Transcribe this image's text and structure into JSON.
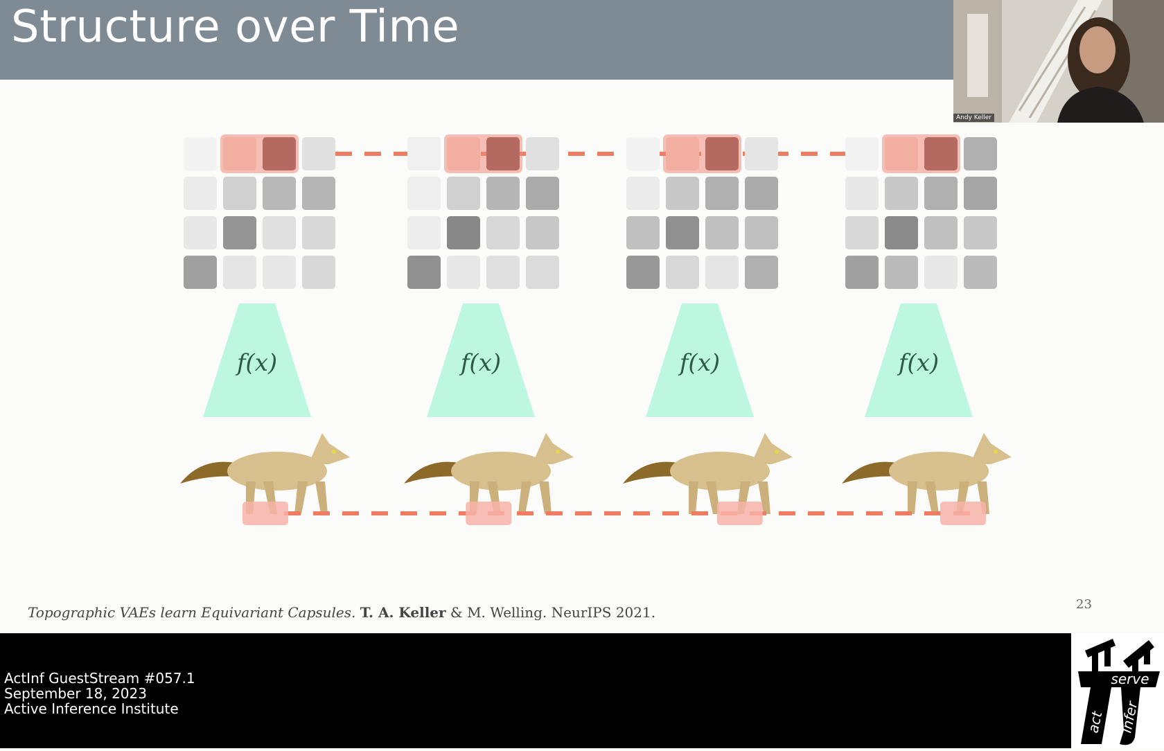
{
  "slide": {
    "title": "Structure over Time",
    "page_number": "23"
  },
  "figure": {
    "encoder_label": "f(x)",
    "frames": [
      {
        "grid": [
          [
            0.03,
            0.25,
            0.6,
            0.15
          ],
          [
            0.08,
            0.25,
            0.4,
            0.42
          ],
          [
            0.1,
            0.62,
            0.15,
            0.2
          ],
          [
            0.55,
            0.12,
            0.1,
            0.2
          ]
        ],
        "highlight_cells": [
          1,
          2
        ]
      },
      {
        "grid": [
          [
            0.05,
            0.25,
            0.6,
            0.15
          ],
          [
            0.06,
            0.25,
            0.42,
            0.48
          ],
          [
            0.07,
            0.7,
            0.2,
            0.3
          ],
          [
            0.65,
            0.1,
            0.15,
            0.18
          ]
        ],
        "highlight_cells": [
          1,
          2
        ]
      },
      {
        "grid": [
          [
            0.03,
            0.25,
            0.45,
            0.12
          ],
          [
            0.08,
            0.3,
            0.45,
            0.48
          ],
          [
            0.35,
            0.65,
            0.35,
            0.35
          ],
          [
            0.6,
            0.2,
            0.12,
            0.45
          ]
        ],
        "highlight_cells": [
          1,
          2
        ]
      },
      {
        "grid": [
          [
            0.04,
            0.25,
            0.35,
            0.45
          ],
          [
            0.1,
            0.3,
            0.45,
            0.52
          ],
          [
            0.2,
            0.68,
            0.35,
            0.3
          ],
          [
            0.55,
            0.38,
            0.1,
            0.38
          ]
        ],
        "highlight_cells": [
          1,
          2
        ]
      }
    ],
    "animal_marker_positions": [
      0,
      0.32,
      0.68,
      1.0
    ]
  },
  "citation": {
    "title": "Topographic VAEs learn Equivariant Capsules.",
    "author_bold": "T. A. Keller",
    "rest": " & M. Welling. NeurIPS 2021."
  },
  "webcam": {
    "name": "Andy Keller"
  },
  "stream": {
    "line1": "ActInf GuestStream #057.1",
    "line2": "September 18, 2023",
    "line3": "Active Inference Institute"
  },
  "logo": {
    "word1": "serve",
    "word2": "act",
    "word3": "infer"
  },
  "colors": {
    "highlight": "#f08a78",
    "dash": "#ee7c62",
    "encoder": "#bdf7df",
    "fox_body": "#d8c08e",
    "fox_tail": "#8c6a2a"
  }
}
